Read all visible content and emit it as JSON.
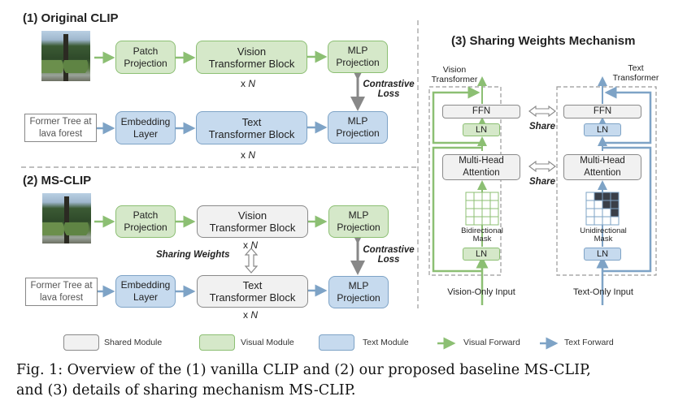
{
  "panel1": {
    "title": "(1) Original CLIP",
    "image_alt": "tree at lava forest photo",
    "patch_projection": "Patch\nProjection",
    "vision_block": "Vision\nTransformer Block",
    "vision_mlp": "MLP\nProjection",
    "vision_repeat": "x",
    "repeat_n": "N",
    "text_input": "Former Tree at\nlava forest",
    "embedding_layer": "Embedding\nLayer",
    "text_block": "Text\nTransformer Block",
    "text_mlp": "MLP\nProjection",
    "text_repeat": "x",
    "contrastive_loss": "Contrastive\nLoss"
  },
  "panel2": {
    "title": "(2) MS-CLIP",
    "patch_projection": "Patch\nProjection",
    "vision_block": "Vision\nTransformer Block",
    "vision_mlp": "MLP\nProjection",
    "repeat_x": "x",
    "repeat_n": "N",
    "sharing_weights": "Sharing Weights",
    "text_input": "Former Tree at\nlava forest",
    "embedding_layer": "Embedding\nLayer",
    "text_block": "Text\nTransformer Block",
    "text_mlp": "MLP\nProjection",
    "contrastive_loss": "Contrastive\nLoss"
  },
  "panel3": {
    "title": "(3) Sharing Weights Mechanism",
    "vision_transformer_label": "Vision\nTransformer",
    "text_transformer_label": "Text\nTransformer",
    "ffn": "FFN",
    "ln": "LN",
    "mha": "Multi-Head\nAttention",
    "share": "Share",
    "bidirectional_mask": "Bidirectional\nMask",
    "unidirectional_mask": "Unidirectional\nMask",
    "vision_input": "Vision-Only Input",
    "text_input": "Text-Only Input"
  },
  "legend": {
    "shared_module": "Shared Module",
    "visual_module": "Visual Module",
    "text_module": "Text Module",
    "visual_forward": "Visual Forward",
    "text_forward": "Text Forward"
  },
  "colors": {
    "visual": "#8cbf73",
    "text": "#7ea3c6",
    "shared": "#8a8a8a",
    "mask_dark": "#3a3f48"
  },
  "caption": {
    "line1": "Fig. 1: Overview of the (1) vanilla CLIP and (2) our proposed baseline MS-CLIP,",
    "line2": "and (3) details of sharing mechanism MS-CLIP."
  }
}
